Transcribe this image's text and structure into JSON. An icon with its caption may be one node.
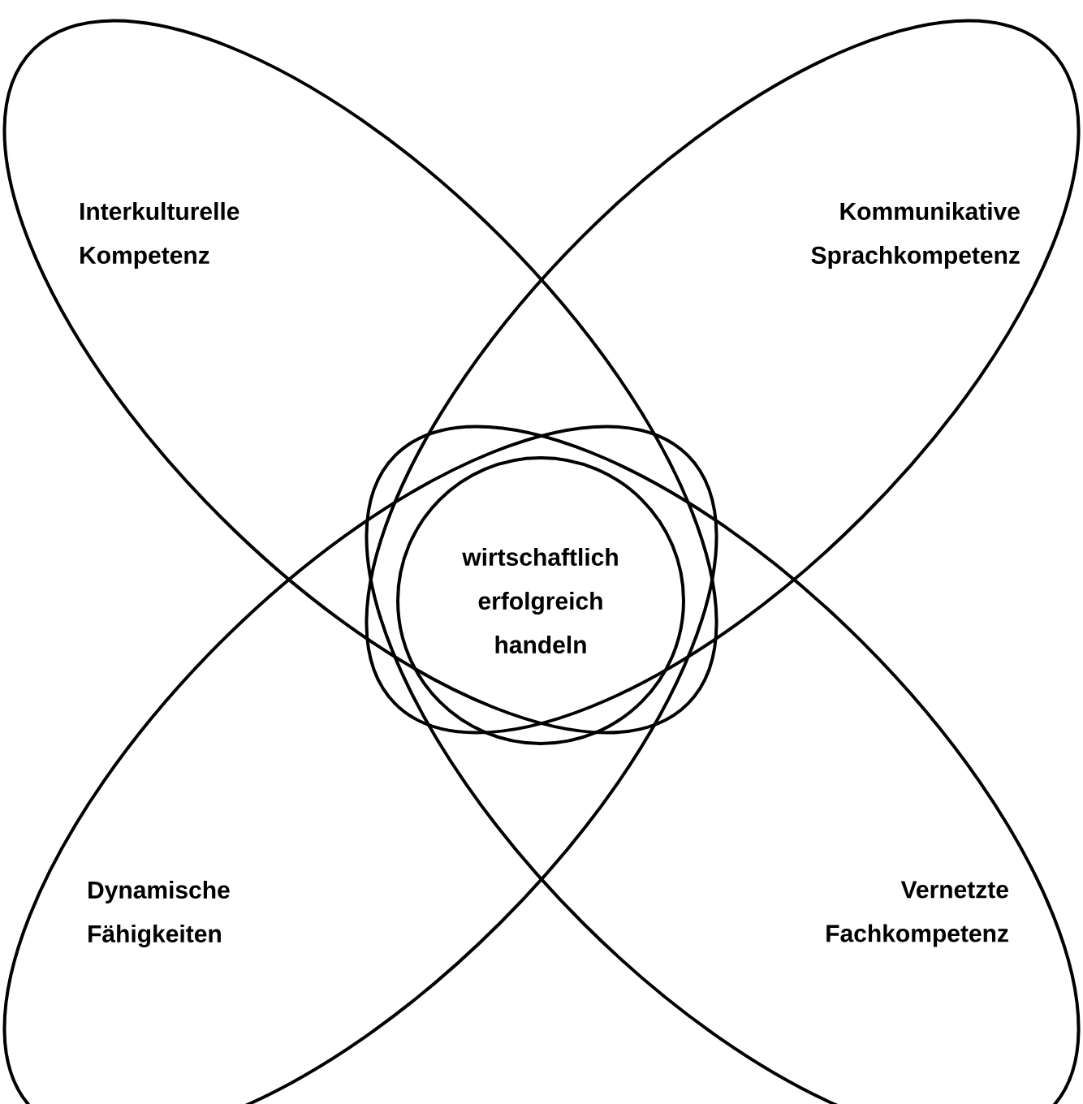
{
  "diagram": {
    "nodes": [
      {
        "text": [
          "Interkulturelle Kompetenz"
        ]
      },
      {
        "text": [
          "Kommunikative Sprachkompetenz"
        ]
      },
      {
        "text": [
          "wirtschaftlich erfolgreich handeln"
        ]
      },
      {
        "text": [
          "Dynamische Fähigkeiten"
        ]
      },
      {
        "text": [
          "Vernetzte Fachkompetenz"
        ]
      }
    ]
  }
}
